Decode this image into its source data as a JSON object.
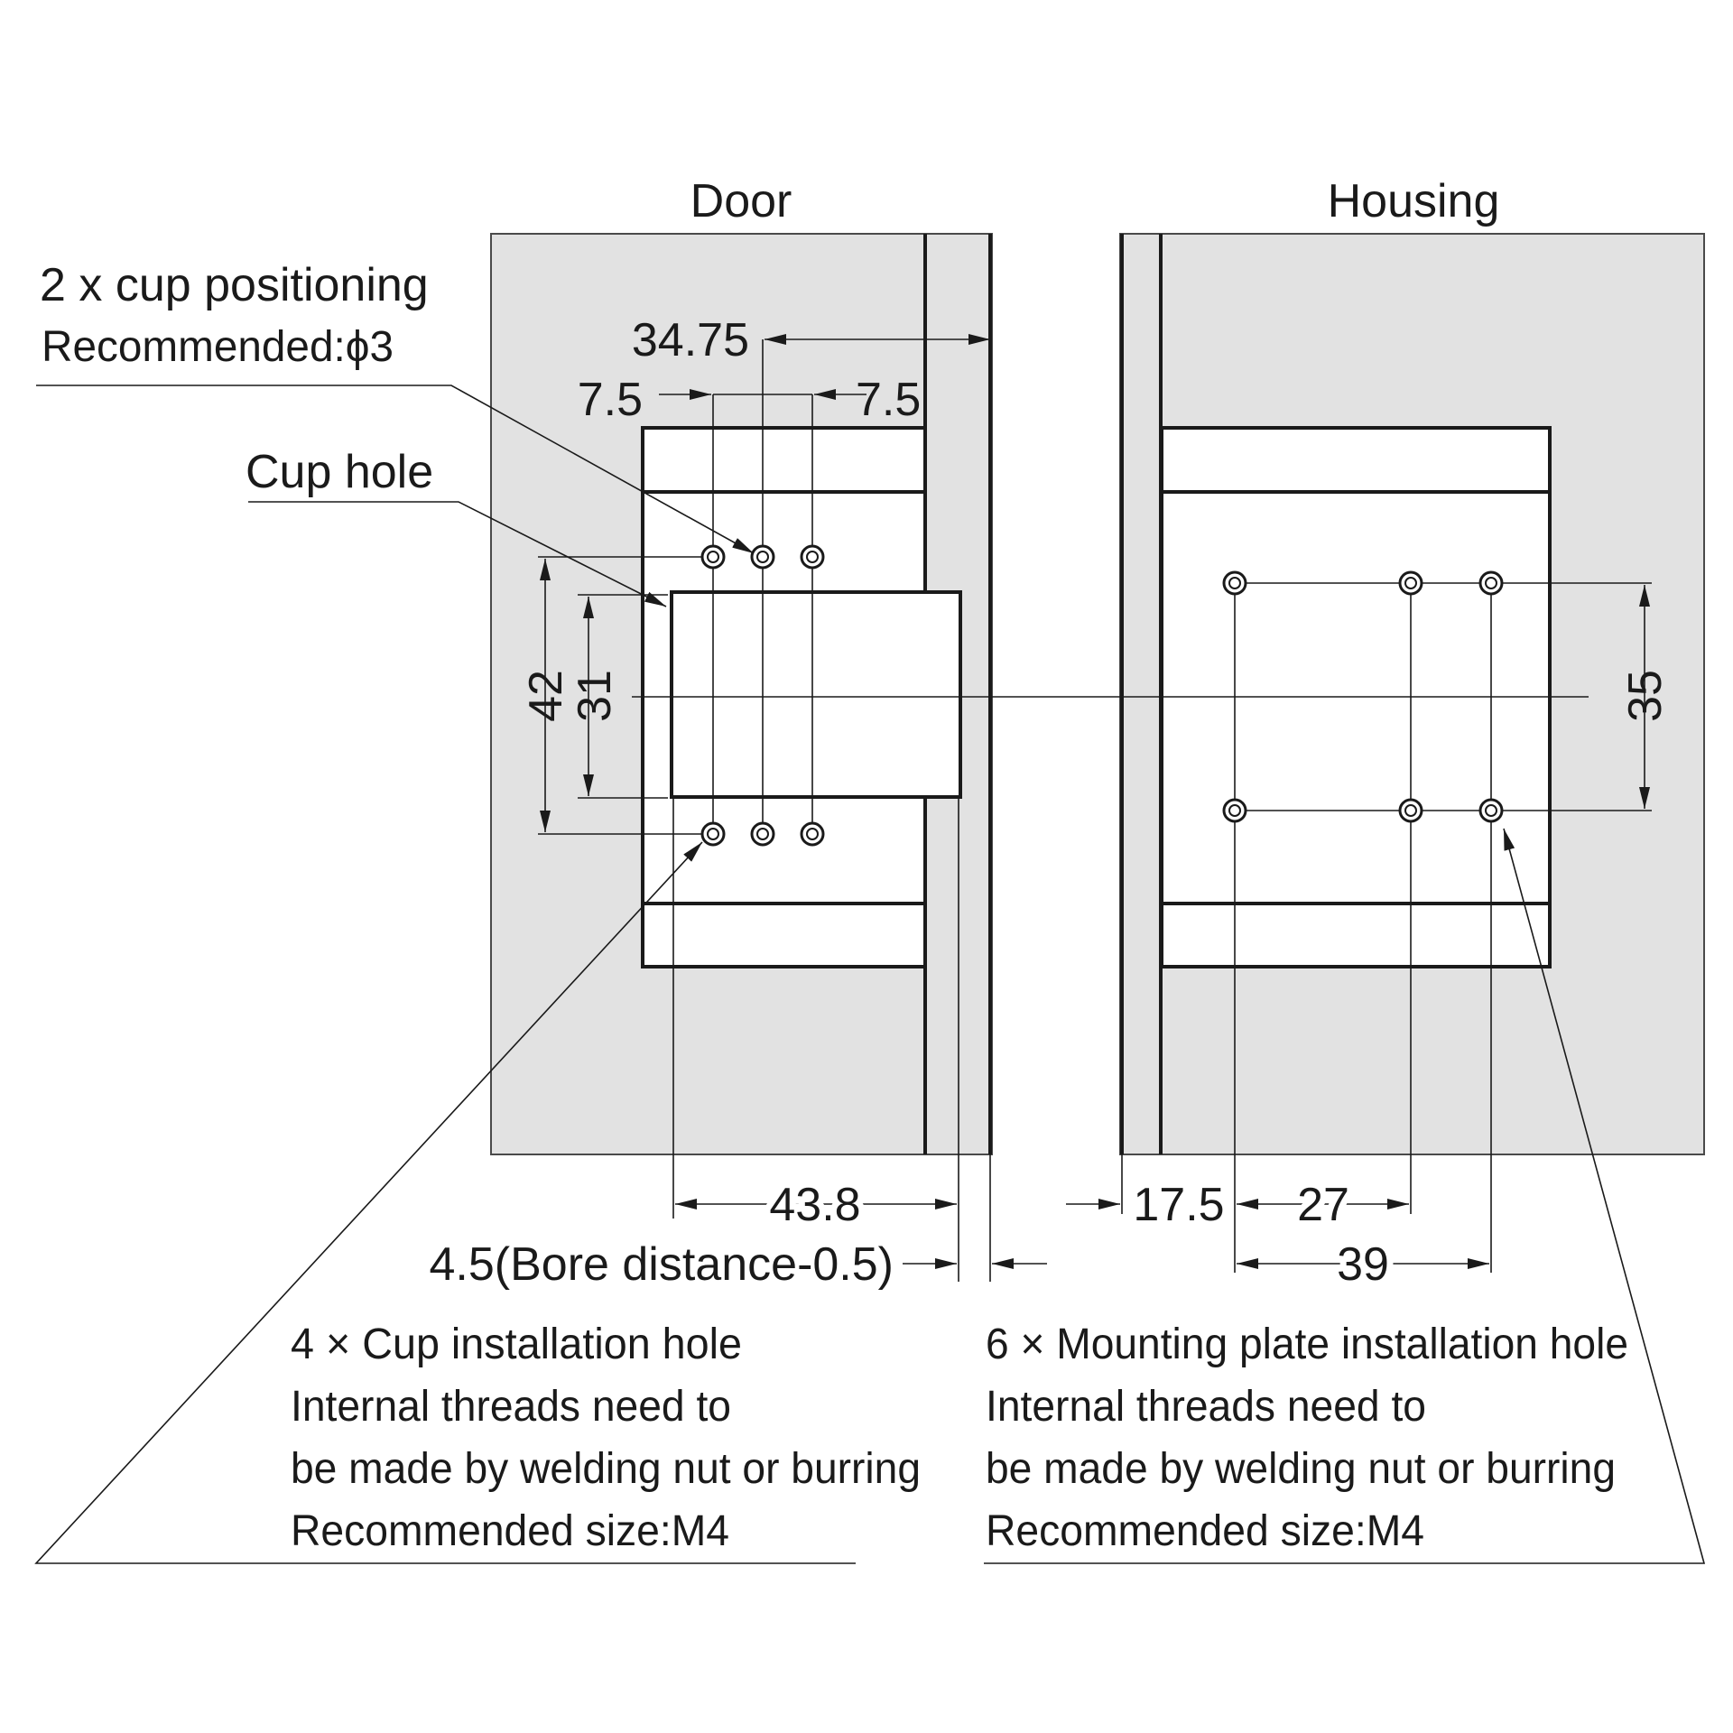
{
  "labels": {
    "door": "Door",
    "housing": "Housing"
  },
  "callouts": {
    "cup_positioning_title": "2 x cup positioning",
    "cup_positioning_rec": "Recommended:ϕ3",
    "cup_hole": "Cup hole"
  },
  "dimensions": {
    "d_34_75": "34.75",
    "d_7_5_left": "7.5",
    "d_7_5_right": "7.5",
    "d_42": "42",
    "d_31": "31",
    "d_35": "35",
    "d_43_8": "43.8",
    "d_bore": "4.5(Bore distance-0.5)",
    "d_17_5": "17.5",
    "d_27": "27",
    "d_39": "39"
  },
  "notes": {
    "cup": [
      "4 × Cup installation hole",
      "Internal threads need to",
      "be made by welding nut or burring",
      "Recommended size:M4"
    ],
    "plate": [
      "6 × Mounting plate installation hole",
      "Internal threads need to",
      "be made by welding nut or burring",
      "Recommended size:M4"
    ]
  }
}
